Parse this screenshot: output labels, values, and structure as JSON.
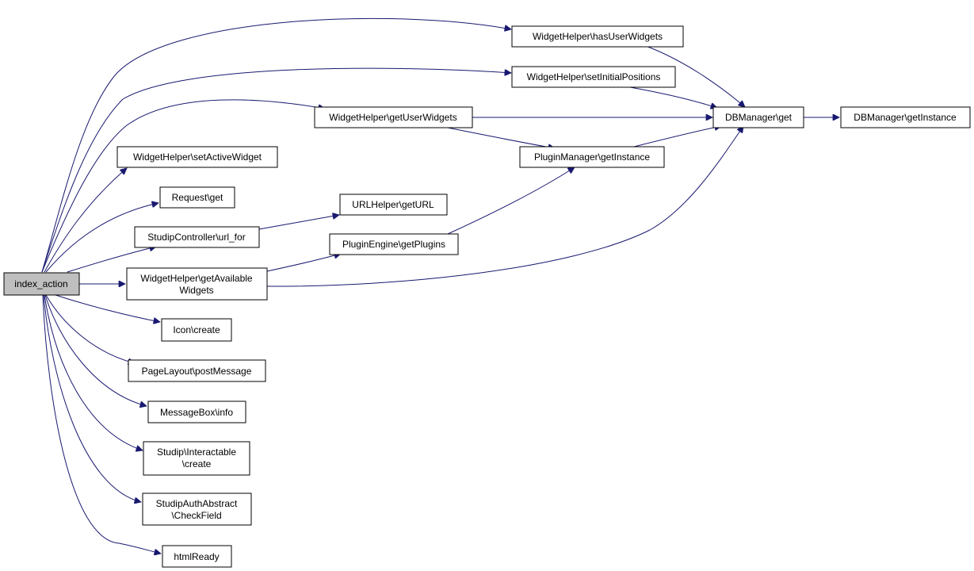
{
  "nodes": {
    "index_action": "index_action",
    "has_user_widgets": "WidgetHelper\\hasUserWidgets",
    "set_initial_positions": "WidgetHelper\\setInitialPositions",
    "get_user_widgets": "WidgetHelper\\getUserWidgets",
    "set_active_widget": "WidgetHelper\\setActiveWidget",
    "request_get": "Request\\get",
    "url_for": "StudipController\\url_for",
    "get_available_widgets_1": "WidgetHelper\\getAvailable",
    "get_available_widgets_2": "Widgets",
    "icon_create": "Icon\\create",
    "post_message": "PageLayout\\postMessage",
    "messagebox_info": "MessageBox\\info",
    "interactable_create_1": "Studip\\Interactable",
    "interactable_create_2": "\\create",
    "check_field_1": "StudipAuthAbstract",
    "check_field_2": "\\CheckField",
    "html_ready": "htmlReady",
    "dbmanager_get": "DBManager\\get",
    "dbmanager_get_instance": "DBManager\\getInstance",
    "pluginmanager_get_instance": "PluginManager\\getInstance",
    "urlhelper_get_url": "URLHelper\\getURL",
    "pluginengine_get_plugins": "PluginEngine\\getPlugins"
  },
  "colors": {
    "edge": "#191970",
    "root_fill": "#bfbfbf",
    "node_fill": "#ffffff",
    "node_border": "#000000"
  }
}
